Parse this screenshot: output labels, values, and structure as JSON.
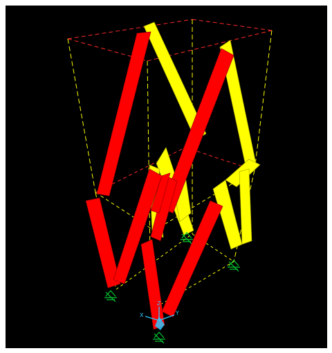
{
  "viewport": {
    "background": "#000000",
    "axis_triad_labels": [
      "Z",
      "X",
      "Y"
    ]
  },
  "colors": {
    "frame_line": "#ffff00",
    "top_edge_line": "#ff2a2a",
    "brace_red": "#ff0000",
    "brace_yellow": "#ffff00",
    "support_symbol": "#00cc33",
    "axis_triad": "#30c8ff"
  },
  "model": {
    "description_icons": [
      "pin-support-icon",
      "axis-triad-icon"
    ]
  }
}
